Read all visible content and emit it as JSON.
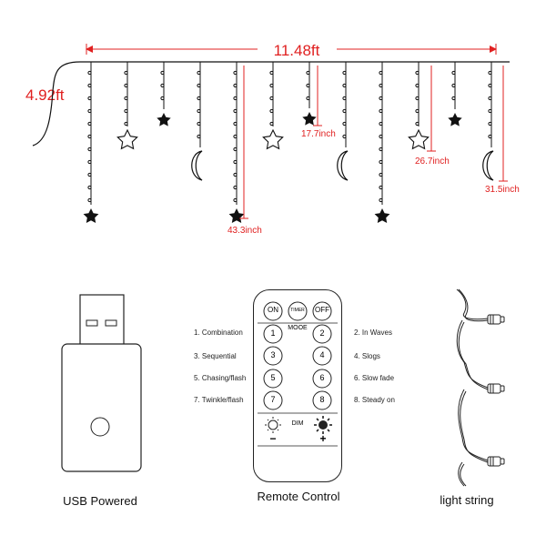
{
  "dimensions": {
    "width_label": "11.48ft",
    "height_label": "4.92ft",
    "drops": [
      "17.7inch",
      "26.7inch",
      "31.5inch",
      "43.3inch"
    ],
    "colors": {
      "dimension": "#e02020",
      "line": "#111111"
    }
  },
  "remote": {
    "buttons": {
      "on": "ON",
      "timer": "TIMER",
      "off": "OFF"
    },
    "mode_label": "MOOE",
    "numbers": [
      "1",
      "2",
      "3",
      "4",
      "5",
      "6",
      "7",
      "8"
    ],
    "dim_label": "DIM",
    "minus": "−",
    "plus": "+"
  },
  "modes": {
    "left": [
      "1.  Combination",
      "3.  Sequential",
      "5.  Chasing/flash",
      "7.  Twinkle/flash"
    ],
    "right": [
      "2.  In Waves",
      "4.  Slogs",
      "6.  Slow fade",
      "8.  Steady on"
    ]
  },
  "captions": {
    "usb": "USB Powered",
    "remote": "Remote Control",
    "string": "light string"
  },
  "icons": [
    "star-icon",
    "outline-star-icon",
    "moon-icon",
    "usb-plug-icon",
    "brightness-low-icon",
    "brightness-high-icon",
    "led-bulb-icon"
  ]
}
